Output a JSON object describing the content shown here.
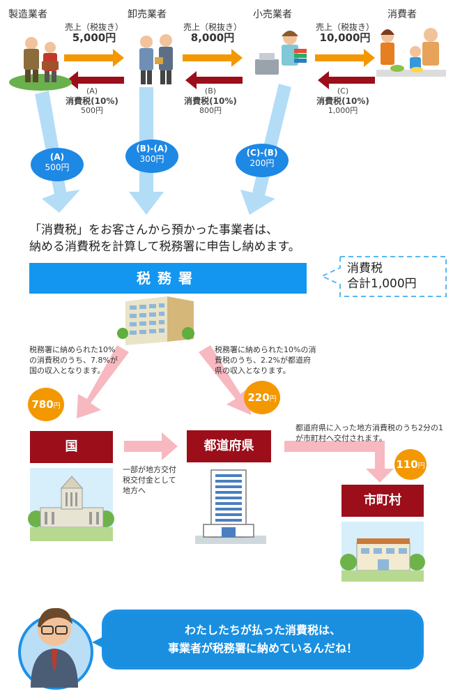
{
  "roles": [
    "製造業者",
    "卸売業者",
    "小売業者",
    "消費者"
  ],
  "sales": [
    {
      "label": "売上（税抜き）",
      "amount": "5,000円"
    },
    {
      "label": "売上（税抜き）",
      "amount": "8,000円"
    },
    {
      "label": "売上（税抜き）",
      "amount": "10,000円"
    }
  ],
  "taxes": [
    {
      "key": "(A)",
      "label": "消費税(10%)",
      "amount": "500円"
    },
    {
      "key": "(B)",
      "label": "消費税(10%)",
      "amount": "800円"
    },
    {
      "key": "(C)",
      "label": "消費税(10%)",
      "amount": "1,000円"
    }
  ],
  "payments": [
    {
      "key": "(A)",
      "amount": "500円"
    },
    {
      "key": "(B)-(A)",
      "amount": "300円"
    },
    {
      "key": "(C)-(B)",
      "amount": "200円"
    }
  ],
  "headline": {
    "line1": "「消費税」をお客さんから預かった事業者は、",
    "line2": "納める消費税を計算して税務署に申告し納めます。"
  },
  "tax_office": {
    "title": "税務署",
    "total_label": "消費税",
    "total_value": "合計1,000円"
  },
  "notes": {
    "national": "税務署に納められた10%の消費税のうち、7.8%が国の収入となります。",
    "prefecture": "税務署に納められた10%の消費税のうち、2.2%が都道府県の収入となります。",
    "transfer": "一部が地方交付税交付金として地方へ",
    "municipal": "都道府県に入った地方消費税のうち2分の1が市町村へ交付されます。"
  },
  "amounts": {
    "national": "780",
    "prefecture": "220",
    "municipal": "110",
    "unit": "円"
  },
  "boxes": {
    "national": "国",
    "prefecture": "都道府県",
    "municipal": "市町村"
  },
  "speech": {
    "line1": "わたしたちが払った消費税は、",
    "line2": "事業者が税務署に納めているんだね！"
  },
  "colors": {
    "blue": "#1296f0",
    "orange": "#f39800",
    "red": "#9b0e1a"
  }
}
